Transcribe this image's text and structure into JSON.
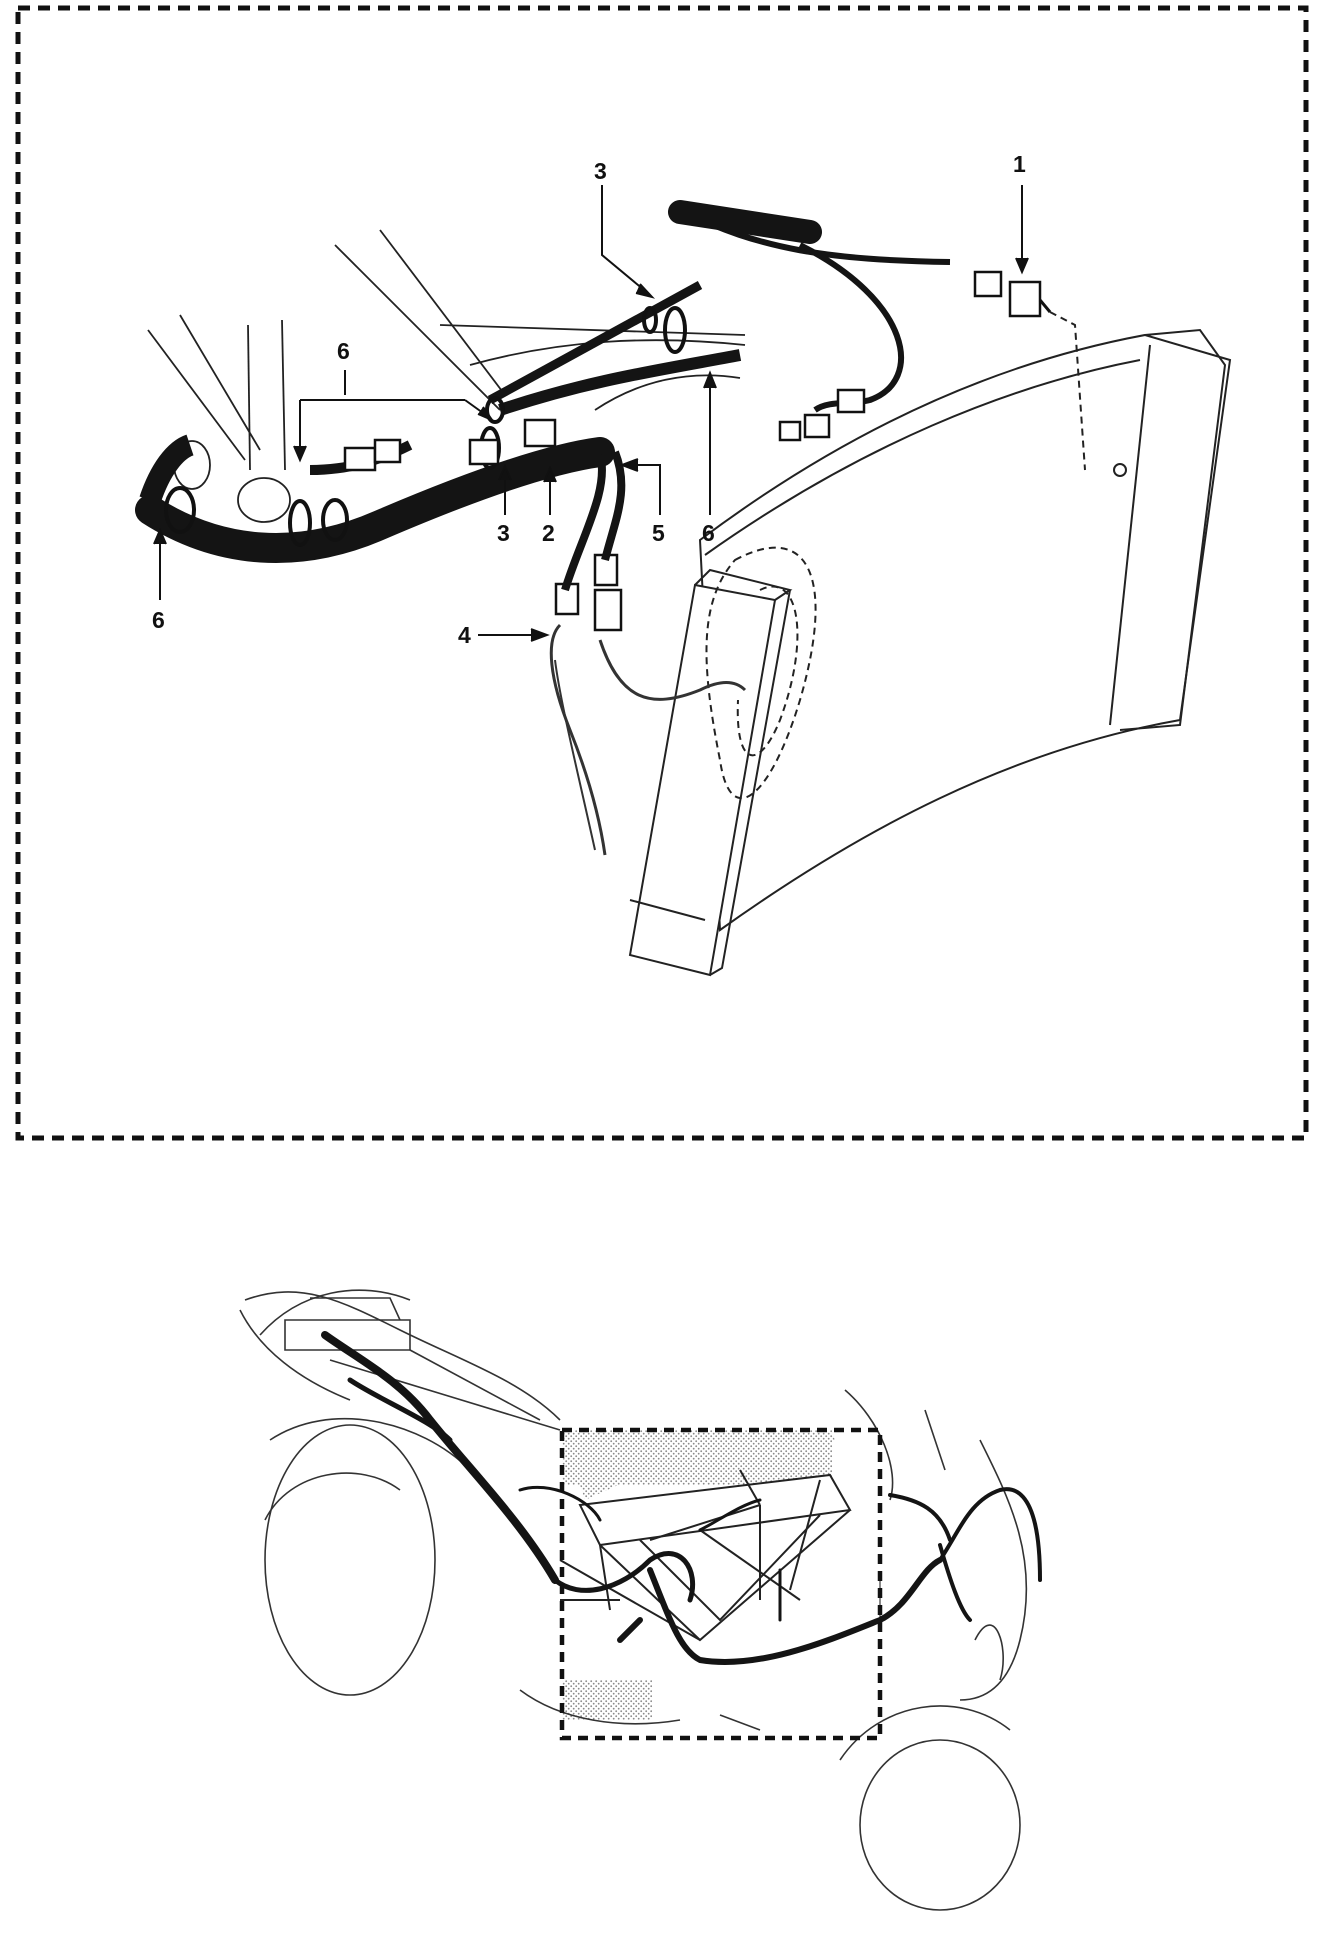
{
  "callouts": {
    "c1": "1",
    "c2": "2",
    "c3a": "3",
    "c3b": "3",
    "c4": "4",
    "c5": "5",
    "c6a": "6",
    "c6b": "6",
    "c6c": "6"
  },
  "colors": {
    "line": "#1a1a1a",
    "harness": "#141414",
    "background": "#ffffff",
    "shading": "#c8c8c8"
  },
  "icons": {
    "detail": "wiring-harness-detail-icon",
    "overview": "motorcycle-frame-overview-icon"
  }
}
